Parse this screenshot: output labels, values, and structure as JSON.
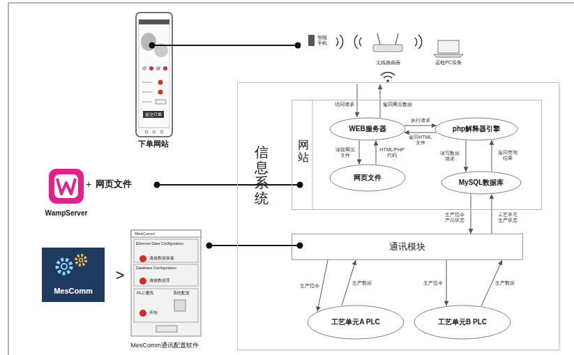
{
  "diagram": {
    "nodes": [
      {
        "text": [
          "信息系统"
        ]
      },
      {
        "text": [
          "网站"
        ],
        "in": 0
      },
      {
        "text": [
          "WEB服务器"
        ],
        "in": 1
      },
      {
        "text": [
          "php解释器引擎"
        ],
        "in": 1
      },
      {
        "text": [
          "网页文件"
        ],
        "in": 1
      },
      {
        "text": [
          "MySQL数据库"
        ],
        "in": 1
      },
      {
        "text": [
          "通讯模块"
        ],
        "in": 0
      },
      {
        "text": [
          "工艺单元A PLC"
        ],
        "in": 0
      },
      {
        "text": [
          "工艺单元B PLC"
        ],
        "in": 0
      }
    ],
    "edges": [
      {
        "from": 2,
        "to": 3,
        "arrow": "to",
        "label": "执行请求"
      },
      {
        "from": 3,
        "to": 2,
        "arrow": "to",
        "label": "返回HTML 文件"
      },
      {
        "from": 2,
        "to": 4,
        "arrow": "to",
        "label": "读取网页文件"
      },
      {
        "from": 4,
        "to": 2,
        "arrow": "to",
        "label": "HTML/PHP 代码"
      },
      {
        "from": 3,
        "to": 5,
        "arrow": "to",
        "label": "读写数据 请求"
      },
      {
        "from": 5,
        "to": 3,
        "arrow": "to",
        "label": "返回查询 结果"
      },
      {
        "from": 5,
        "to": 6,
        "arrow": "to",
        "label": "生产指令 产品状态"
      },
      {
        "from": 6,
        "to": 5,
        "arrow": "to",
        "label": "工艺单元 生产状态"
      },
      {
        "from": 6,
        "to": 7,
        "arrow": "to",
        "label": "生产指令"
      },
      {
        "from": 7,
        "to": 6,
        "arrow": "to",
        "label": "生产数据"
      },
      {
        "from": 6,
        "to": 8,
        "arrow": "to",
        "label": "生产指令"
      },
      {
        "from": 8,
        "to": 6,
        "arrow": "to",
        "label": "生产数据"
      }
    ],
    "labels": [
      "下单网站",
      "提交订单",
      "智能手机",
      "无线路由器",
      "远程PC设备",
      "访问请求",
      "返回网页数据",
      "+",
      "网页文件",
      "WampServer",
      "MesComm",
      ">",
      "MesComm",
      "Ethernet Data Configuration",
      "连接数据采集",
      "Database Configuration",
      "连接数据库",
      "PLC通讯",
      "系统配置",
      "开始",
      "MesComm通讯配置软件"
    ]
  }
}
